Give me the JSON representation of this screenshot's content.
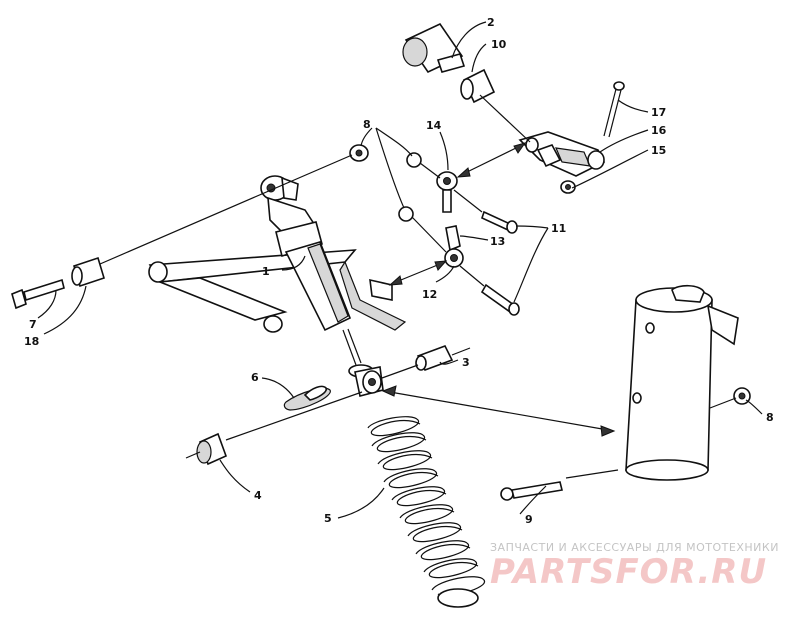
{
  "diagram": {
    "callouts": [
      "1",
      "2",
      "3",
      "4",
      "5",
      "6",
      "7",
      "18",
      "8",
      "8",
      "9",
      "10",
      "11",
      "12",
      "13",
      "14",
      "15",
      "16",
      "17"
    ]
  },
  "watermark": {
    "tagline": "ЗАПЧАСТИ И АКСЕССУАРЫ ДЛЯ МОТОТЕХНИКИ",
    "logo": "PARTSFOR.RU"
  },
  "colors": {
    "line": "#111111",
    "watermark_logo": "#f4c7c7",
    "watermark_text": "#c4c4c4"
  }
}
